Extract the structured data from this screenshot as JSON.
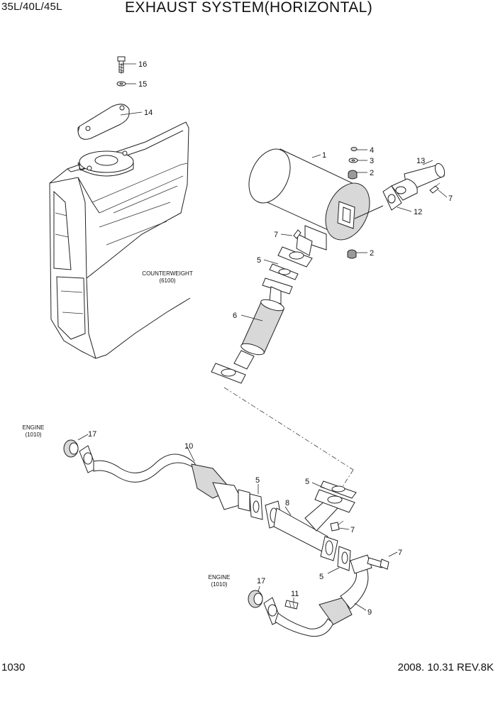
{
  "header": {
    "model": "35L/40L/45L",
    "title": "EXHAUST SYSTEM(HORIZONTAL)"
  },
  "footer": {
    "page": "1030",
    "revision": "2008. 10.31  REV.8K"
  },
  "annotations": {
    "counterweight": [
      "COUNTERWEIGHT",
      "(6100)"
    ],
    "engine_upper": [
      "ENGINE",
      "(1010)"
    ],
    "engine_lower": [
      "ENGINE",
      "(1010)"
    ]
  },
  "callouts": {
    "c1": "1",
    "c2a": "2",
    "c2b": "2",
    "c3": "3",
    "c4": "4",
    "c5a": "5",
    "c5b": "5",
    "c5c": "5",
    "c5d": "5",
    "c6": "6",
    "c7a": "7",
    "c7b": "7",
    "c7c": "7",
    "c7d": "7",
    "c8": "8",
    "c9": "9",
    "c10": "10",
    "c11": "11",
    "c12": "12",
    "c13": "13",
    "c14": "14",
    "c15": "15",
    "c16": "16",
    "c17a": "17",
    "c17b": "17"
  }
}
